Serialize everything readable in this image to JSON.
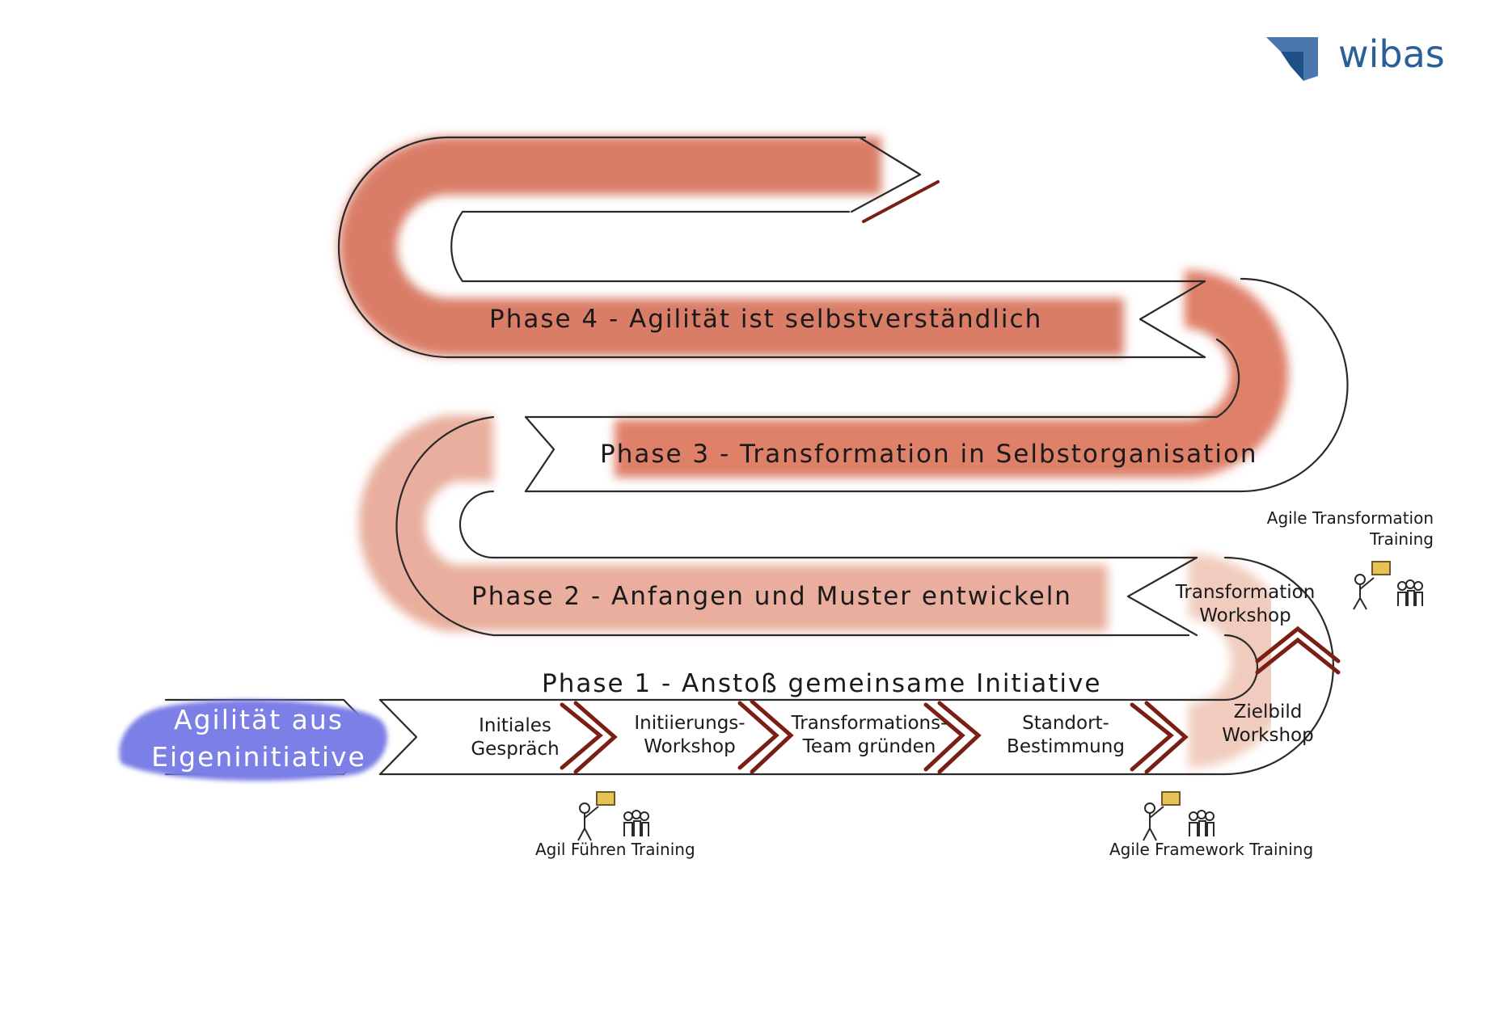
{
  "logo": {
    "text": "wibas"
  },
  "start": {
    "line1": "Agilität aus",
    "line2": "Eigeninitiative"
  },
  "phases": [
    {
      "label": "Phase 1 - Anstoß gemeinsame Initiative"
    },
    {
      "label": "Phase 2 - Anfangen und Muster entwickeln"
    },
    {
      "label": "Phase 3 - Transformation in Selbstorganisation"
    },
    {
      "label": "Phase 4 - Agilität ist selbstverständlich"
    }
  ],
  "steps": [
    {
      "line1": "Initiales",
      "line2": "Gespräch"
    },
    {
      "line1": "Initiierungs-",
      "line2": "Workshop"
    },
    {
      "line1": "Transformations-",
      "line2": "Team gründen"
    },
    {
      "line1": "Standort-",
      "line2": "Bestimmung"
    },
    {
      "line1": "Zielbild",
      "line2": "Workshop"
    },
    {
      "line1": "Transformation",
      "line2": "Workshop"
    }
  ],
  "trainings": [
    {
      "label": "Agil Führen Training"
    },
    {
      "label": "Agile Framework Training"
    },
    {
      "line1": "Agile Transformation",
      "line2": "Training"
    }
  ],
  "colors": {
    "phase_band": "#d9735a",
    "phase_band_light": "#e9a995",
    "start_blob": "#7b7fe6",
    "chevron": "#7a1f14",
    "logo": "#2b5f99"
  }
}
